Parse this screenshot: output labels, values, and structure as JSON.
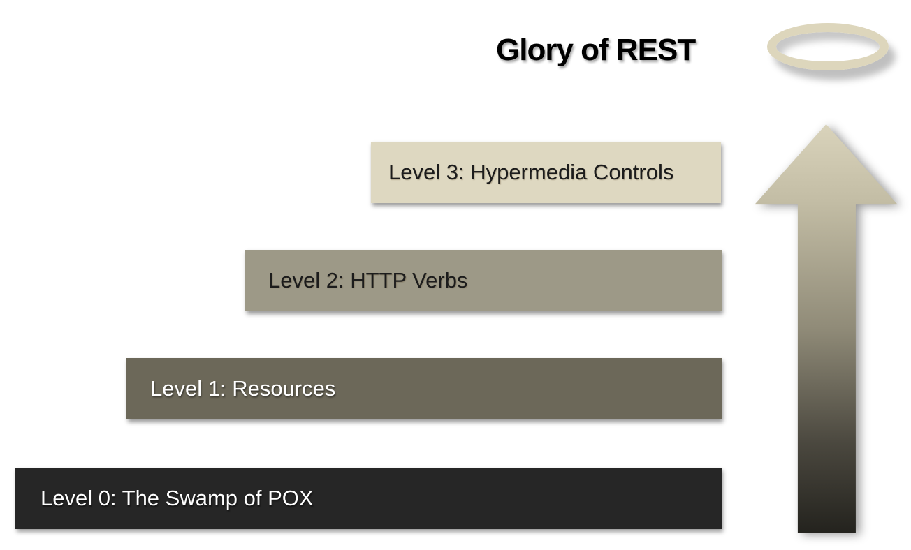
{
  "header": {
    "title": "Glory of REST"
  },
  "halo": {
    "ring_color": "#ddd6bc"
  },
  "arrow": {
    "direction": "up",
    "gradient_top": "#d9d3bb",
    "gradient_middle": "#908b78",
    "gradient_bottom": "#24231e"
  },
  "levels": [
    {
      "label": "Level 3: Hypermedia Controls",
      "bg": "#ded8c1",
      "fg": "#1c1c1c"
    },
    {
      "label": "Level 2: HTTP Verbs",
      "bg": "#9d9987",
      "fg": "#1c1c1c"
    },
    {
      "label": "Level 1: Resources",
      "bg": "#6c6859",
      "fg": "#ffffff"
    },
    {
      "label": "Level 0: The Swamp of POX",
      "bg": "#262626",
      "fg": "#ffffff"
    }
  ]
}
